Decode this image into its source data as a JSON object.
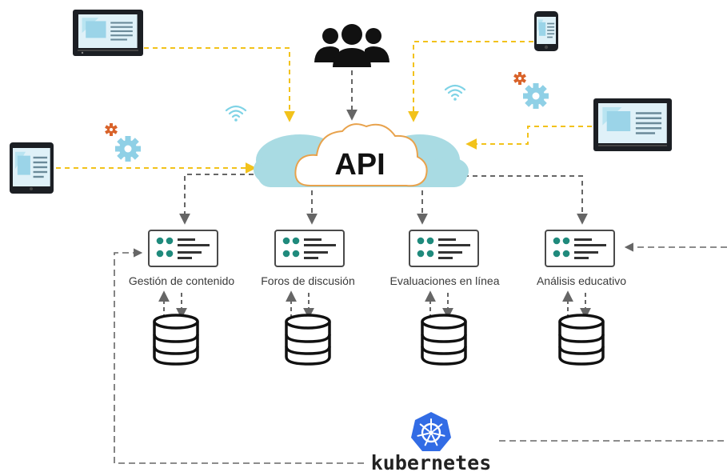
{
  "api": {
    "label": "API"
  },
  "services": [
    {
      "label": "Gestión de contenido"
    },
    {
      "label": "Foros de discusión"
    },
    {
      "label": "Evaluaciones en línea"
    },
    {
      "label": "Análisis educativo"
    }
  ],
  "orchestrator": {
    "label": "kubernetes"
  },
  "colors": {
    "client_link": "#f2c21b",
    "internal_link": "#666666",
    "cloud_fill": "#a9dbe3",
    "cloud_outline": "#e8a24c",
    "service_icon": "#1f8a7c",
    "wifi": "#7fd3e6",
    "gear_large": "#8fd0e6",
    "gear_small": "#d9632a",
    "kubernetes": "#326ce5"
  },
  "icons": [
    "users-icon",
    "laptop-icon",
    "tablet-icon",
    "phone-icon",
    "monitor-icon",
    "wifi-icon",
    "gear-icon",
    "database-icon",
    "service-panel-icon",
    "kubernetes-wheel-icon"
  ]
}
